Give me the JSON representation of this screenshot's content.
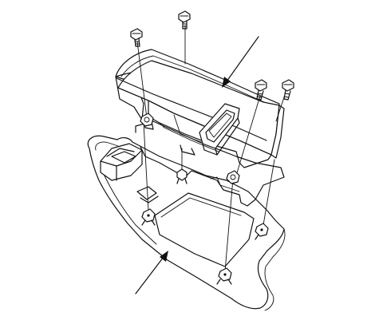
{
  "diagram": {
    "kind": "exploded-assembly-line-drawing",
    "labels": [],
    "callout_arrows": 2,
    "parts": {
      "upper_component": "tray-box",
      "lower_component": "mounting-panel",
      "fastener_screws": 4,
      "retaining_clips": 6
    }
  }
}
